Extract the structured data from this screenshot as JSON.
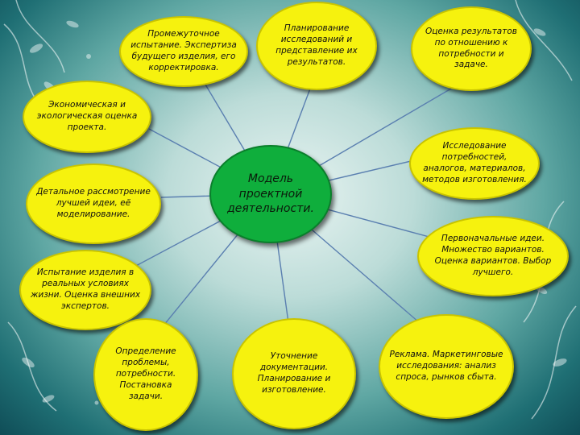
{
  "center": {
    "text": "Модель проектной деятельности."
  },
  "nodes": [
    {
      "id": "intermediate-test",
      "text": "Промежуточное испытание. Экспертиза будущего изделия, его корректировка."
    },
    {
      "id": "planning-research",
      "text": "Планирование исследований и представление их результатов."
    },
    {
      "id": "evaluation-results",
      "text": "Оценка результатов по отношению к потребности и задаче."
    },
    {
      "id": "economic-evaluation",
      "text": "Экономическая и экологическая оценка проекта."
    },
    {
      "id": "needs-research",
      "text": "Исследование потребностей, аналогов, материалов, методов изготовления."
    },
    {
      "id": "detailed-review",
      "text": "Детальное рассмотрение лучшей идеи, её моделирование."
    },
    {
      "id": "initial-ideas",
      "text": "Первоначальные идеи. Множество вариантов. Оценка вариантов. Выбор лучшего."
    },
    {
      "id": "real-testing",
      "text": "Испытание изделия в реальных условиях жизни. Оценка внешних экспертов."
    },
    {
      "id": "problem-definition",
      "text": "Определение проблемы, потребности. Постановка задачи."
    },
    {
      "id": "documentation",
      "text": "Уточнение документации. Планирование и изготовление."
    },
    {
      "id": "advertising",
      "text": "Реклама. Маркетинговые исследования: анализ спроса, рынков сбыта."
    }
  ],
  "colors": {
    "node_fill": "#f6f20e",
    "center_fill": "#0fae3c",
    "connector": "#5a7fb0"
  }
}
